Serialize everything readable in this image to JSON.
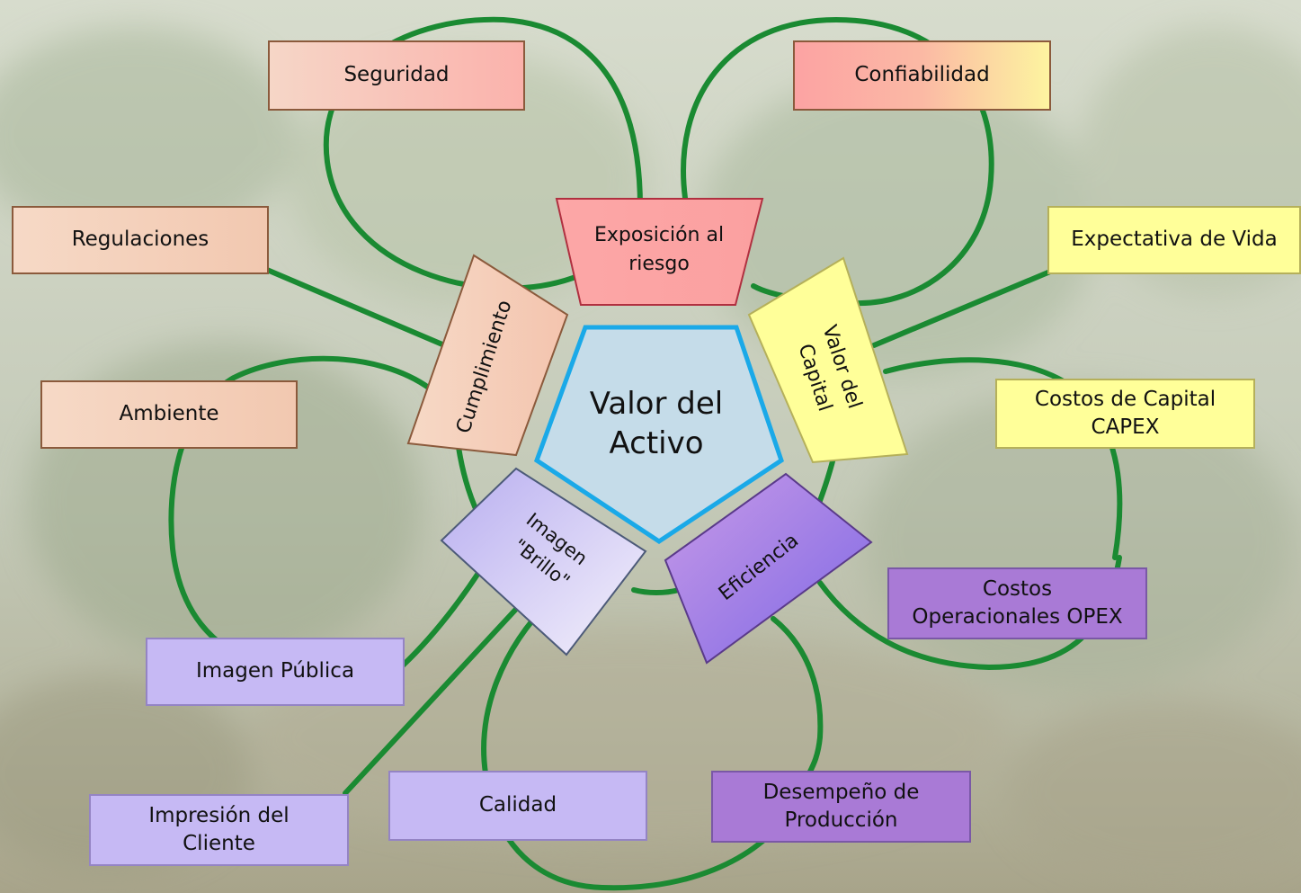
{
  "center": {
    "label_line1": "Valor del",
    "label_line2": "Activo"
  },
  "inner": {
    "exposure_line1": "Exposición al",
    "exposure_line2": "riesgo",
    "compliance": "Cumplimiento",
    "capital_line1": "Valor del",
    "capital_line2": "Capital",
    "image_line1": "Imagen",
    "image_line2": "\"Brillo\"",
    "efficiency": "Eficiencia"
  },
  "outer": {
    "seguridad": "Seguridad",
    "confiabilidad": "Confiabilidad",
    "regulaciones": "Regulaciones",
    "ambiente": "Ambiente",
    "expectativa": "Expectativa de Vida",
    "capex_line1": "Costos de Capital",
    "capex_line2": "CAPEX",
    "opex_line1": "Costos",
    "opex_line2": "Operacionales OPEX",
    "imagen_publica": "Imagen Pública",
    "impresion_line1": "Impresión del",
    "impresion_line2": "Cliente",
    "calidad": "Calidad",
    "desempeno_line1": "Desempeño de",
    "desempeno_line2": "Producción"
  },
  "colors": {
    "connector": "#1a8a32",
    "pentagon_fill": "#c5dce9",
    "pentagon_border": "#1aa9e8"
  }
}
